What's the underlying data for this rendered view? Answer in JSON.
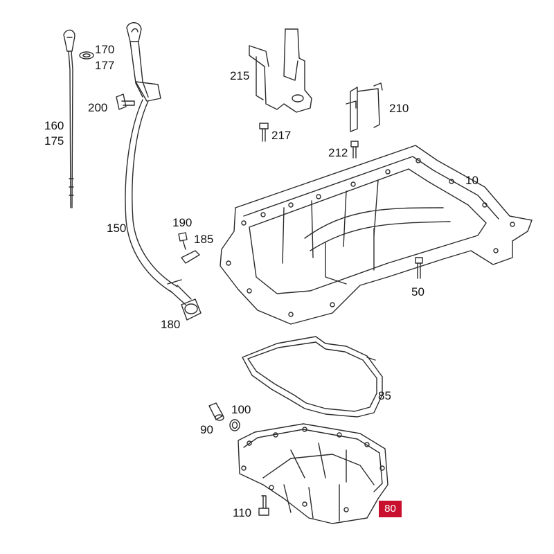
{
  "colors": {
    "line": "#2b2b2b",
    "highlight": "#c8102e",
    "background": "#ffffff"
  },
  "parts": {
    "p10": "10",
    "p50": "50",
    "p80": "80",
    "p85": "85",
    "p90": "90",
    "p100": "100",
    "p110": "110",
    "p150": "150",
    "p160": "160",
    "p175": "175",
    "p170": "170",
    "p177": "177",
    "p180": "180",
    "p185": "185",
    "p190": "190",
    "p200": "200",
    "p210": "210",
    "p212": "212",
    "p215": "215",
    "p217": "217"
  },
  "highlighted_part": "80"
}
